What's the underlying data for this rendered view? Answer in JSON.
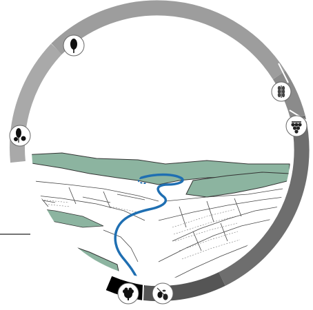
{
  "diagram": {
    "title": "",
    "ring_segments": [
      {
        "name": "outer-segment-upper-left",
        "color": "#a9a9a9"
      },
      {
        "name": "outer-segment-top",
        "color": "#9d9d9d"
      },
      {
        "name": "outer-segment-right-upper",
        "color": "#8b8b8b"
      },
      {
        "name": "outer-segment-right",
        "color": "#6e6e6e"
      },
      {
        "name": "outer-segment-bottom",
        "color": "#555555"
      },
      {
        "name": "outer-segment-bottom-left",
        "color": "#000000"
      }
    ],
    "icons": [
      {
        "name": "deciduous-tree-icon"
      },
      {
        "name": "conifer-trees-icon"
      },
      {
        "name": "wheat-icon"
      },
      {
        "name": "grapes-icon"
      },
      {
        "name": "olives-icon"
      },
      {
        "name": "flower-icon"
      }
    ],
    "landscape": {
      "field_color": "#8cb4a0",
      "river_color": "#1f6fb2"
    }
  }
}
